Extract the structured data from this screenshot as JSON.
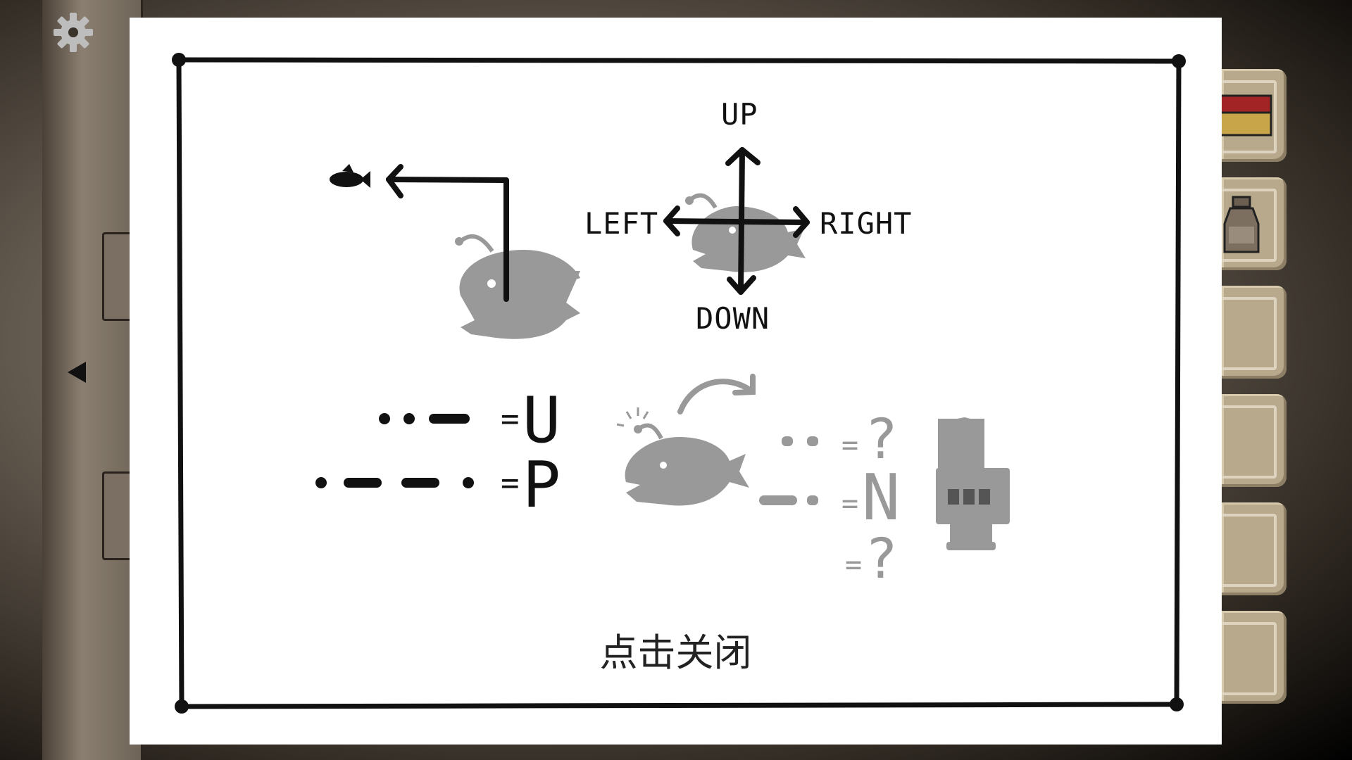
{
  "settings": {
    "icon": "gear-icon",
    "color": "#bdbdbd"
  },
  "navigation": {
    "left_icon": "left-arrow-icon"
  },
  "note": {
    "directions": {
      "up": "UP",
      "down": "DOWN",
      "left": "LEFT",
      "right": "RIGHT"
    },
    "morse": {
      "known": [
        {
          "code": "..-",
          "symbol": "=",
          "letter": "U"
        },
        {
          "code": ".--.",
          "symbol": "=",
          "letter": "P"
        }
      ],
      "unknown": [
        {
          "code": "..",
          "symbol": "=",
          "letter": "?"
        },
        {
          "code": "-.",
          "symbol": "=",
          "letter": "N"
        },
        {
          "code": "",
          "symbol": "=",
          "letter": "?"
        }
      ]
    },
    "close_hint": "点击关闭"
  },
  "inventory": {
    "slots": [
      {
        "item": "matchbox-icon"
      },
      {
        "item": "bottle-icon"
      },
      {
        "item": ""
      },
      {
        "item": ""
      },
      {
        "item": ""
      },
      {
        "item": ""
      }
    ]
  },
  "colors": {
    "ink": "#111111",
    "gray": "#999999",
    "slot": "#b8a98c"
  }
}
